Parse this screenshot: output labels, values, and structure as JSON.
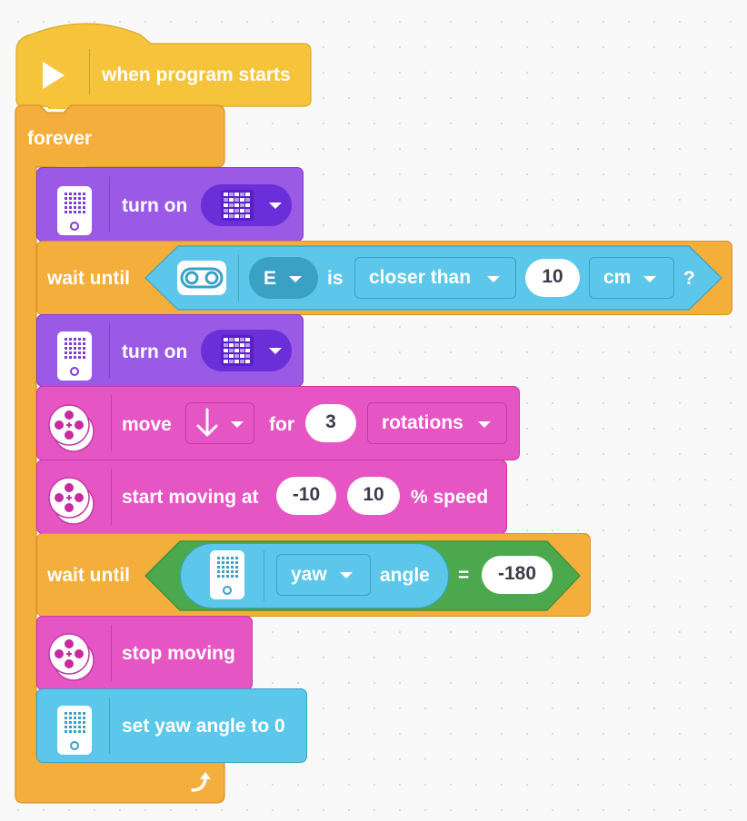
{
  "colors": {
    "events": "#f5c43a",
    "control": "#f4ae3b",
    "display": "#9a5ae6",
    "sensor": "#5cc7ea",
    "motor": "#e655c4",
    "operator": "#4ca84c",
    "dark_sensor": "#3aa0c4"
  },
  "blocks": {
    "start": {
      "label": "when program starts",
      "icon": "play-icon"
    },
    "forever": {
      "label": "forever",
      "loop_icon": "loop-arrow-icon"
    },
    "turn_on_1": {
      "label": "turn on",
      "icon": "hub-icon",
      "dropdown_icon": "light-matrix-pattern-icon"
    },
    "wait_1": {
      "label": "wait until",
      "sensor_icon": "distance-sensor-icon",
      "port": "E",
      "is_label": "is",
      "comparison": "closer than",
      "value": "10",
      "unit": "cm",
      "question": "?"
    },
    "turn_on_2": {
      "label": "turn on",
      "icon": "hub-icon",
      "dropdown_icon": "light-matrix-pattern-icon"
    },
    "move": {
      "label": "move",
      "icon": "motor-pair-icon",
      "direction_icon": "arrow-down-icon",
      "for_label": "for",
      "value": "3",
      "unit": "rotations"
    },
    "start_moving": {
      "label": "start moving at",
      "icon": "motor-pair-icon",
      "left": "-10",
      "right": "10",
      "suffix": "% speed"
    },
    "wait_2": {
      "label": "wait until",
      "hub_icon": "hub-icon",
      "axis": "yaw",
      "angle_label": "angle",
      "equals": "=",
      "value": "-180"
    },
    "stop": {
      "label": "stop moving",
      "icon": "motor-pair-icon"
    },
    "set_yaw": {
      "label": "set yaw angle to 0",
      "icon": "hub-icon"
    }
  }
}
